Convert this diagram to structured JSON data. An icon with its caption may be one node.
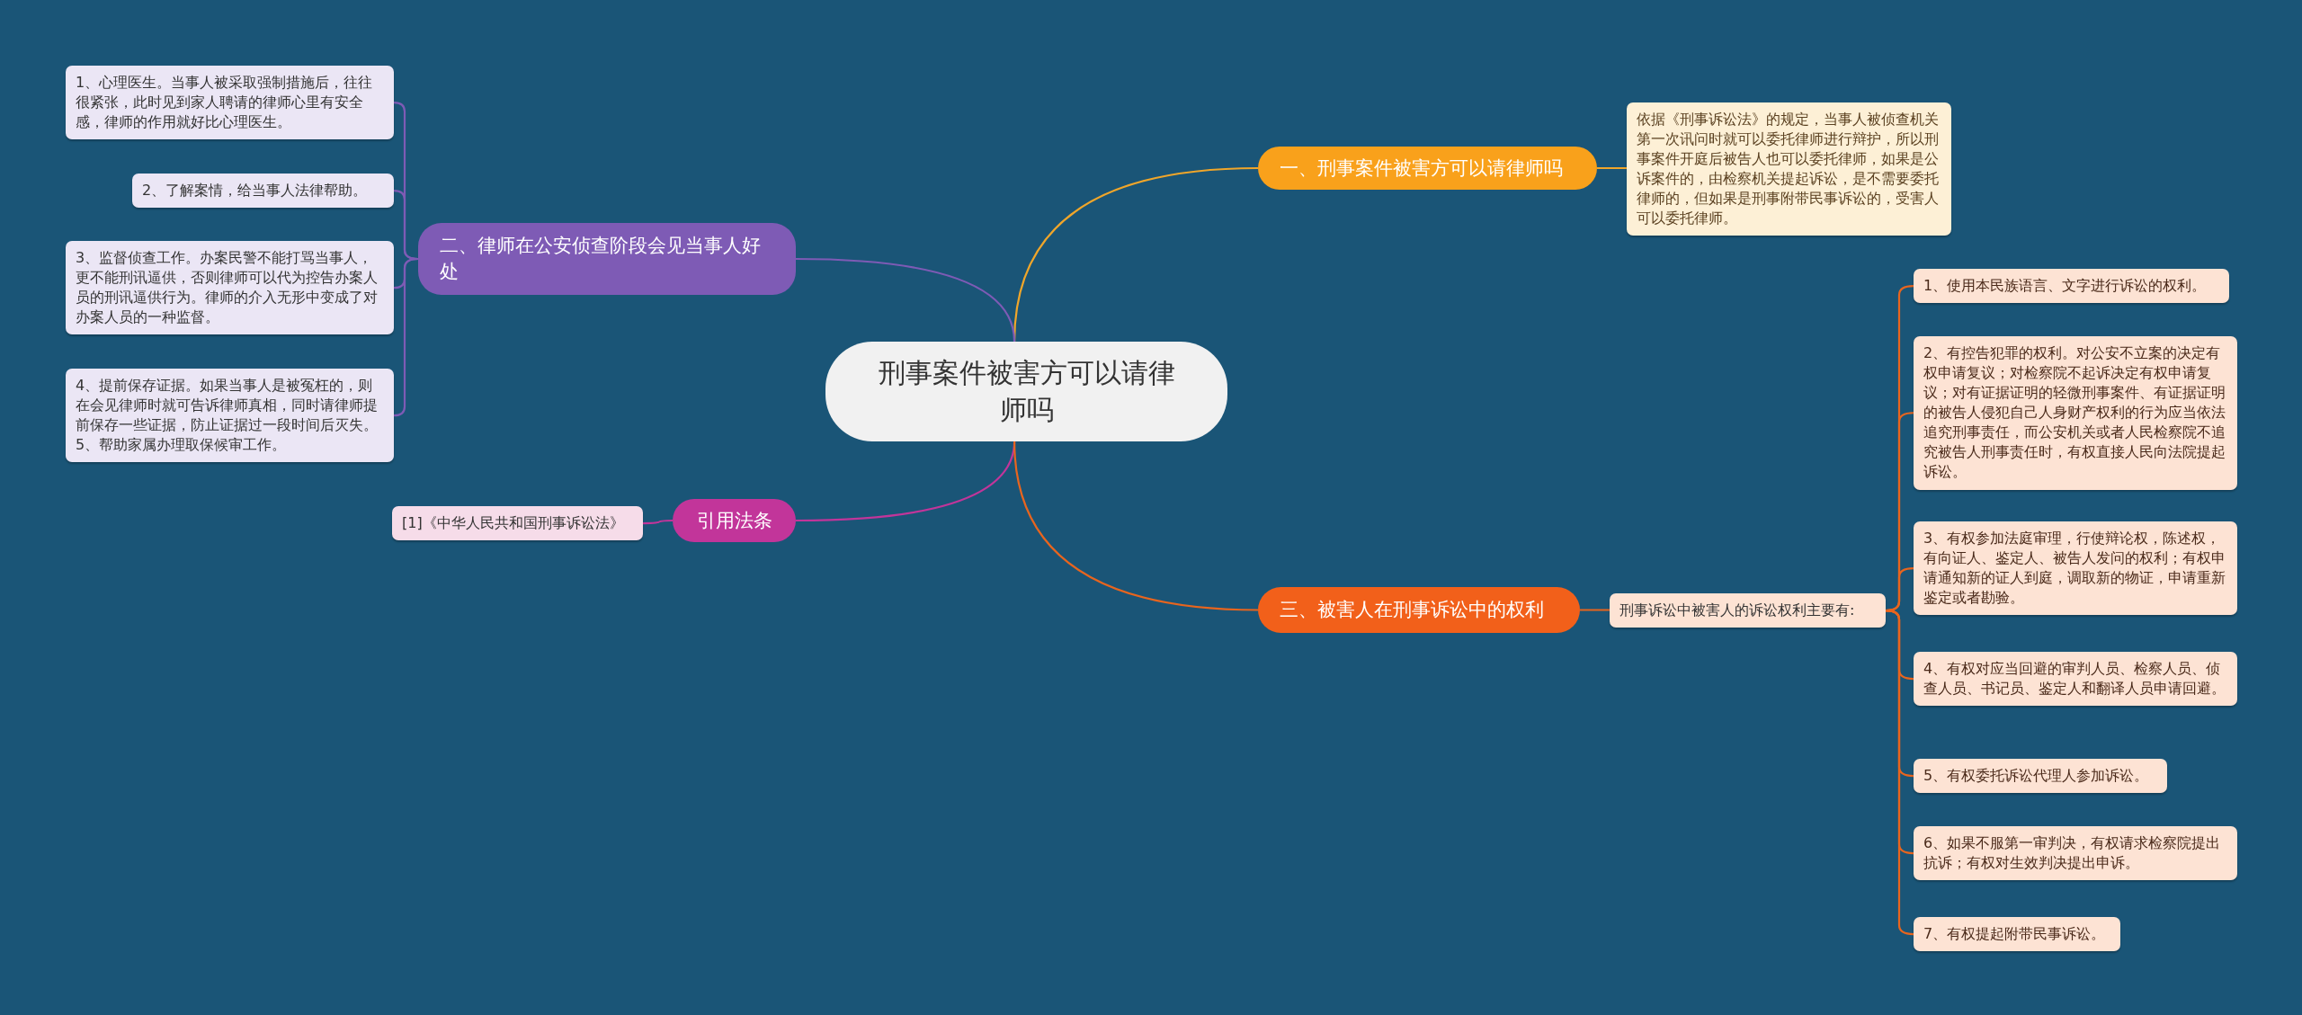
{
  "diagram": {
    "nodes": [
      {
        "text": [
          "刑事案件被害方可以请律师吗"
        ]
      },
      {
        "text": [
          "一、刑事案件被害方可以请律师吗"
        ]
      },
      {
        "text": [
          "依据《刑事诉讼法》的规定，当事人被侦查机关第一次讯问时就可以委托律师进行辩护，所以刑事案件开庭后被告人也可以委托律师，如果是公诉案件的，由检察机关提起诉讼，是不需要委托律师的，但如果是刑事附带民事诉讼的，受害人可以委托律师。"
        ]
      },
      {
        "text": [
          "二、律师在公安侦查阶段会见当事人好处"
        ]
      },
      {
        "text": [
          "1、心理医生。当事人被采取强制措施后，往往很紧张，此时见到家人聘请的律师心里有安全感，律师的作用就好比心理医生。"
        ]
      },
      {
        "text": [
          "2、了解案情，给当事人法律帮助。"
        ]
      },
      {
        "text": [
          "3、监督侦查工作。办案民警不能打骂当事人，更不能刑讯逼供，否则律师可以代为控告办案人员的刑讯逼供行为。律师的介入无形中变成了对办案人员的一种监督。"
        ]
      },
      {
        "text": [
          "4、提前保存证据。如果当事人是被冤枉的，则在会见律师时就可告诉律师真相，同时请律师提前保存一些证据，防止证据过一段时间后灭失。 5、帮助家属办理取保候审工作。"
        ]
      },
      {
        "text": [
          "引用法条"
        ]
      },
      {
        "text": [
          "[1]《中华人民共和国刑事诉讼法》"
        ]
      },
      {
        "text": [
          "三、被害人在刑事诉讼中的权利"
        ]
      },
      {
        "text": [
          "刑事诉讼中被害人的诉讼权利主要有:"
        ]
      },
      {
        "text": [
          "1、使用本民族语言、文字进行诉讼的权利。"
        ]
      },
      {
        "text": [
          "2、有控告犯罪的权利。对公安不立案的决定有权申请复议；对检察院不起诉决定有权申请复议；对有证据证明的轻微刑事案件、有证据证明的被告人侵犯自己人身财产权利的行为应当依法追究刑事责任，而公安机关或者人民检察院不追究被告人刑事责任时，有权直接人民向法院提起诉讼。"
        ]
      },
      {
        "text": [
          "3、有权参加法庭审理，行使辩论权，陈述权，有向证人、鉴定人、被告人发问的权利；有权申请通知新的证人到庭，调取新的物证，申请重新鉴定或者勘验。"
        ]
      },
      {
        "text": [
          "4、有权对应当回避的审判人员、检察人员、侦查人员、书记员、鉴定人和翻译人员申请回避。"
        ]
      },
      {
        "text": [
          "5、有权委托诉讼代理人参加诉讼。"
        ]
      },
      {
        "text": [
          "6、如果不服第一审判决，有权请求检察院提出抗诉；有权对生效判决提出申诉。"
        ]
      },
      {
        "text": [
          "7、有权提起附带民事诉讼。"
        ]
      }
    ],
    "edges": [
      {
        "from": 0,
        "to": 1,
        "arrow": "none",
        "color": "#f0a62a"
      },
      {
        "from": 1,
        "to": 2,
        "arrow": "none",
        "color": "#f0a62a"
      },
      {
        "from": 0,
        "to": 3,
        "arrow": "none",
        "color": "#7e5bb5"
      },
      {
        "from": 3,
        "to": 4,
        "arrow": "none",
        "color": "#7e5bb5"
      },
      {
        "from": 3,
        "to": 5,
        "arrow": "none",
        "color": "#7e5bb5"
      },
      {
        "from": 3,
        "to": 6,
        "arrow": "none",
        "color": "#7e5bb5"
      },
      {
        "from": 3,
        "to": 7,
        "arrow": "none",
        "color": "#7e5bb5"
      },
      {
        "from": 0,
        "to": 8,
        "arrow": "none",
        "color": "#c2359a"
      },
      {
        "from": 8,
        "to": 9,
        "arrow": "none",
        "color": "#c2359a"
      },
      {
        "from": 0,
        "to": 10,
        "arrow": "none"
      },
      {
        "from": 10,
        "to": 11,
        "arrow": "none"
      },
      {
        "from": 11,
        "to": 12,
        "arrow": "none"
      },
      {
        "from": 11,
        "to": 13,
        "arrow": "none"
      },
      {
        "from": 11,
        "to": 14,
        "arrow": "none"
      },
      {
        "from": 11,
        "to": 15,
        "arrow": "none"
      },
      {
        "from": 11,
        "to": 16,
        "arrow": "none"
      },
      {
        "from": 11,
        "to": 17,
        "arrow": "none"
      },
      {
        "from": 11,
        "to": 18,
        "arrow": "none"
      }
    ]
  }
}
